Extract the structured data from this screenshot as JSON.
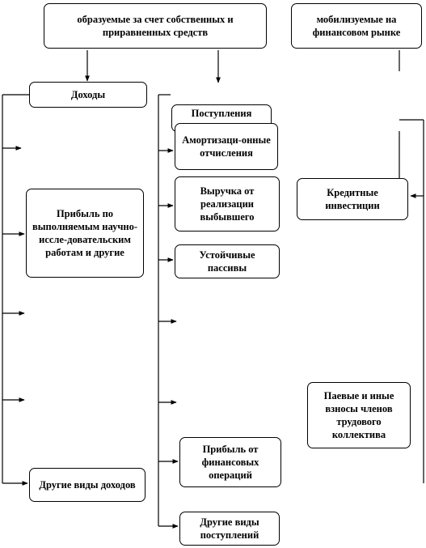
{
  "boxes": {
    "own_funds": "образуемые за счет собственных и приравненных средств",
    "financial_market": "мобилизуемые на финансовом рынке",
    "income": "Доходы",
    "receipts": "Поступления",
    "depreciation": "Амортизаци-онные отчисления",
    "disposal_revenue": "Выручка от реализации выбывшего",
    "research_profit": "Прибыль по выполняемым научно-иссле-довательским работам и другие",
    "credit_investments": "Кредитные инвестиции",
    "stable_liabilities": "Устойчивые пассивы",
    "shares_contributions": "Паевые и иные взносы членов трудового коллектива",
    "financial_operations_profit": "Прибыль от финансовых операций",
    "other_income": "Другие виды доходов",
    "other_receipts": "Другие виды поступлений"
  }
}
